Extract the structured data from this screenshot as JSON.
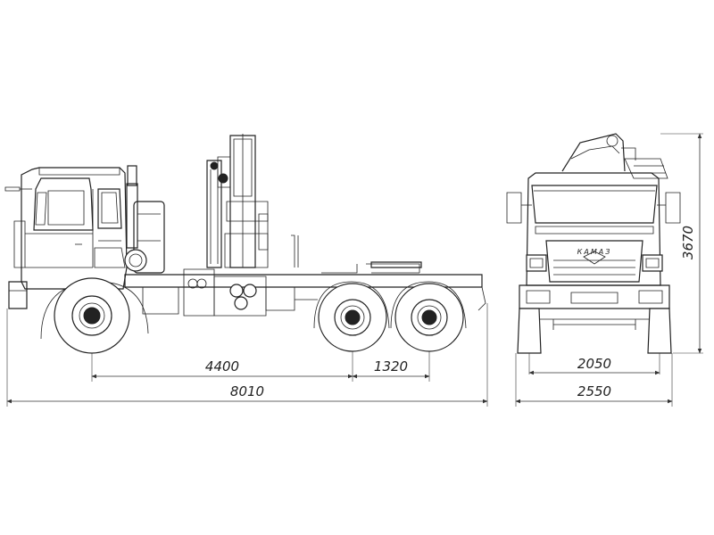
{
  "drawing": {
    "side_view": {
      "dimensions": {
        "wheelbase": "4400",
        "rear_axle_spacing": "1320",
        "overall_length": "8010"
      }
    },
    "front_view": {
      "grille_badge": "КАМАЗ",
      "dimensions": {
        "track": "2050",
        "overall_width": "2550",
        "overall_height": "3670"
      }
    },
    "line_color": "#222222",
    "background": "#ffffff"
  }
}
